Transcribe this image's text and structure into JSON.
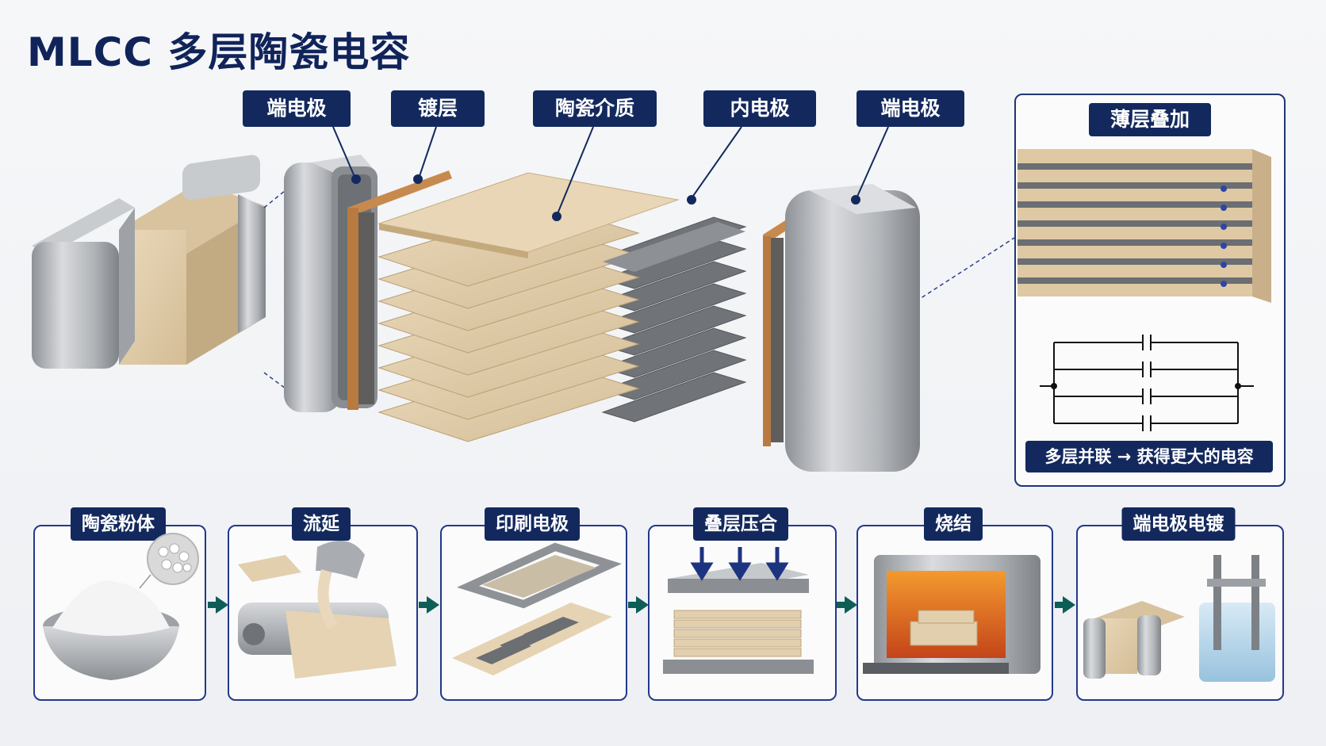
{
  "title": "MLCC 多层陶瓷电容",
  "callouts": {
    "terminal_left": "端电极",
    "plating": "镀层",
    "ceramic": "陶瓷介质",
    "inner_electrode": "内电极",
    "terminal_right": "端电极"
  },
  "inset": {
    "title": "薄层叠加",
    "caption": "多层并联 → 获得更大的电容"
  },
  "process_steps": [
    {
      "label": "陶瓷粉体"
    },
    {
      "label": "流延"
    },
    {
      "label": "印刷电极"
    },
    {
      "label": "叠层压合"
    },
    {
      "label": "烧结"
    },
    {
      "label": "端电极电镀"
    }
  ],
  "colors": {
    "navy": "#13295e",
    "ceramic": "#e2cfae",
    "metal": "#b4b7bb",
    "copper": "#c78a4e",
    "arrow": "#0e5e58"
  }
}
